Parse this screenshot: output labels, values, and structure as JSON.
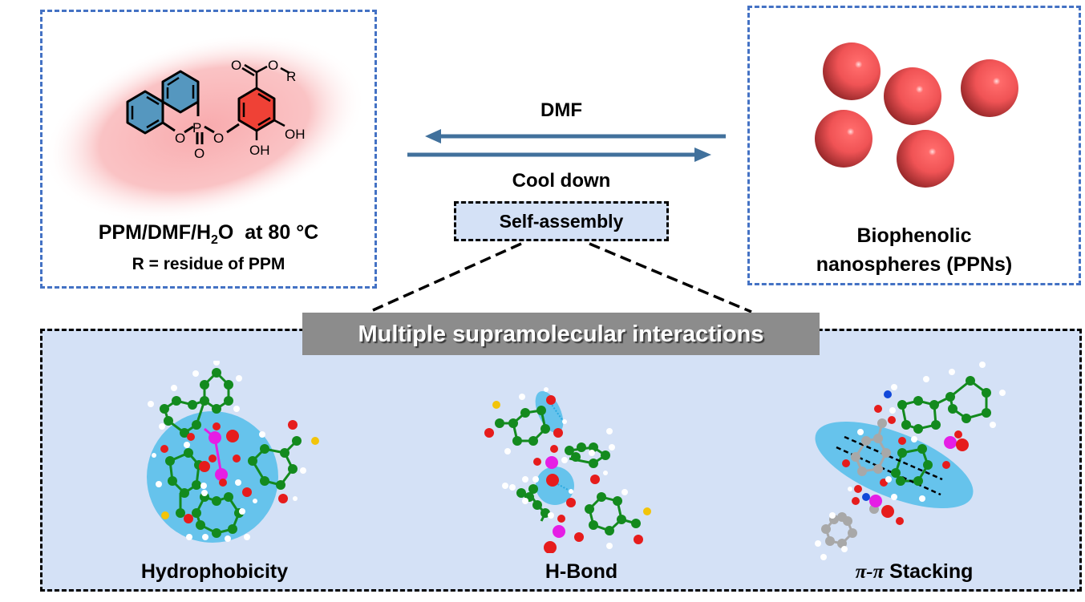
{
  "left_panel": {
    "condition_prefix": "PPM/DMF/H",
    "condition_sub": "2",
    "condition_suffix": "O  at 80 °C",
    "r_definition": "R = residue of PPM",
    "structure_labels": {
      "ester_o_double": "O",
      "ester_o": "O",
      "r_group": "R",
      "p_atom": "P",
      "ring_o": "O",
      "phosphoryl_o": "O",
      "linker_o": "O",
      "oh_right": "OH",
      "oh_bottom": "OH"
    },
    "colors": {
      "biphenyl": "#5597bf",
      "gallate_ring": "#ef4136",
      "halo": "#f7a3a6"
    }
  },
  "middle": {
    "reverse_label": "DMF",
    "forward_label": "Cool down",
    "process_label": "Self-assembly",
    "arrow_color": "#41719c"
  },
  "right_panel": {
    "title_line1": "Biophenolic",
    "title_line2": "nanospheres (PPNs)",
    "sphere_color": "#f05355",
    "sphere_count": 5
  },
  "bottom_panel": {
    "banner": "Multiple supramolecular interactions",
    "interactions": [
      {
        "label": "Hydrophobicity"
      },
      {
        "label": "H-Bond"
      },
      {
        "label_prefix": "π-π",
        "label": " Stacking"
      }
    ],
    "colors": {
      "background": "#d4e1f6",
      "banner": "#8c8c8c",
      "highlight": "#66c3ec",
      "carbon": "#138a1e",
      "oxygen": "#e61c1c",
      "phosphorus": "#e51ee5",
      "hydrogen": "#ffffff",
      "sulfur": "#f2c40a",
      "nitrogen": "#1148d9",
      "grey_carbon": "#a8a8a8"
    }
  }
}
